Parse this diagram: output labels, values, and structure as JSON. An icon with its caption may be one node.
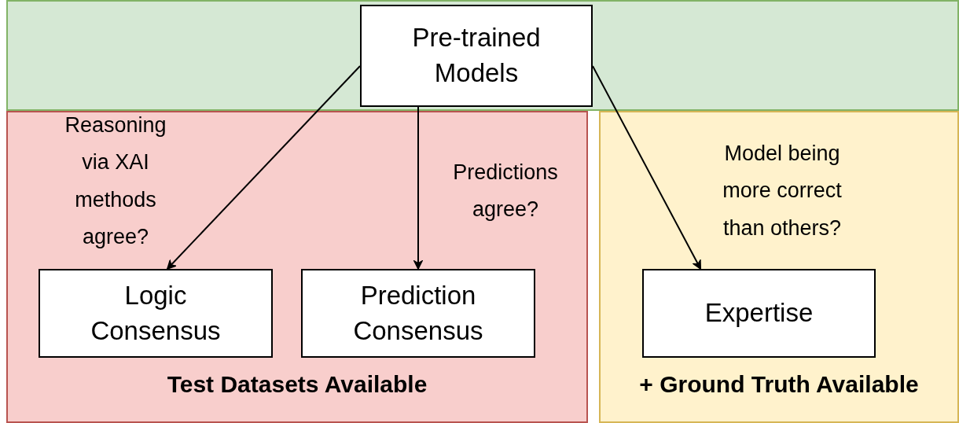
{
  "diagram": {
    "nodes": [
      {
        "text": [],
        "shape": "box"
      },
      {
        "text": [
          "Pre-trained Models"
        ],
        "in": 0
      },
      {
        "text": [
          "Test Datasets Available"
        ]
      },
      {
        "text": [
          "Logic Consensus"
        ],
        "in": 2
      },
      {
        "text": [
          "Prediction Consensus"
        ],
        "in": 2
      },
      {
        "text": [
          "+ Ground Truth Available"
        ]
      },
      {
        "text": [
          "Expertise"
        ],
        "in": 5
      }
    ],
    "edges": [
      {
        "from": 1,
        "to": 3,
        "arrow": "to",
        "label": "Reasoning via XAI methods agree?"
      },
      {
        "from": 1,
        "to": 4,
        "arrow": "to",
        "label": "Predictions agree?"
      },
      {
        "from": 1,
        "to": 6,
        "arrow": "to",
        "label": "Model being more correct than others?"
      }
    ]
  }
}
